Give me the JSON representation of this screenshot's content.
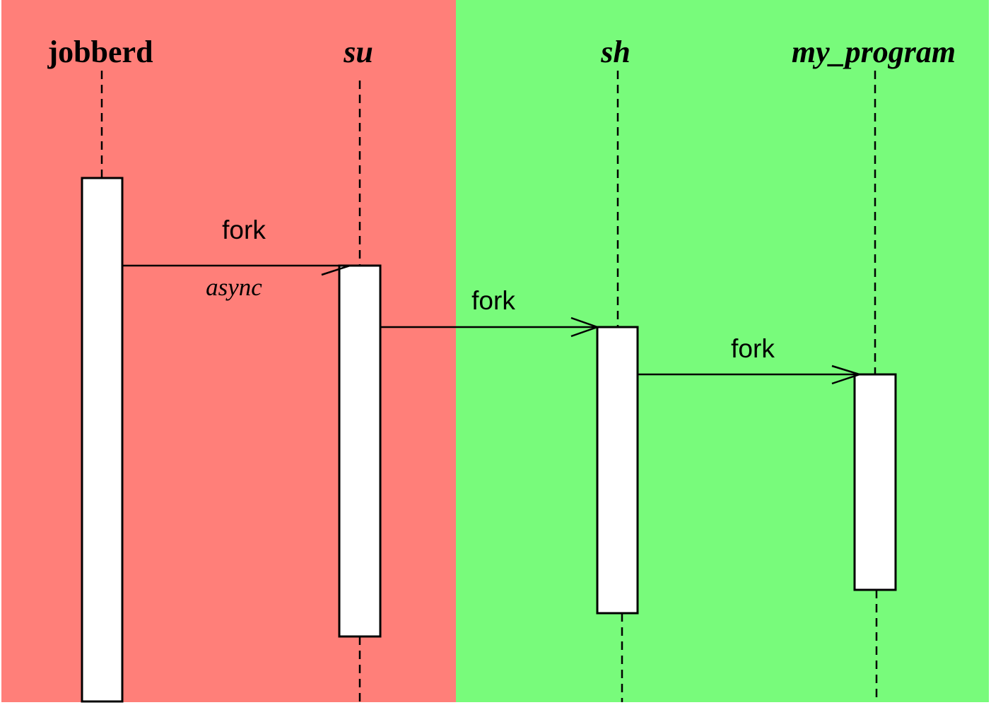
{
  "colors": {
    "privileged_zone": "#ff7f79",
    "user_zone": "#78fb7b",
    "activation_fill": "#ffffff",
    "ink": "#000000"
  },
  "participants": [
    {
      "id": "jobberd",
      "label": "jobberd",
      "italic": false
    },
    {
      "id": "su",
      "label": "su",
      "italic": true
    },
    {
      "id": "sh",
      "label": "sh",
      "italic": true
    },
    {
      "id": "my_program",
      "label": "my_program",
      "italic": true
    }
  ],
  "messages": [
    {
      "from": "jobberd",
      "to": "su",
      "label": "fork",
      "note": "async"
    },
    {
      "from": "su",
      "to": "sh",
      "label": "fork",
      "note": ""
    },
    {
      "from": "sh",
      "to": "my_program",
      "label": "fork",
      "note": ""
    }
  ]
}
